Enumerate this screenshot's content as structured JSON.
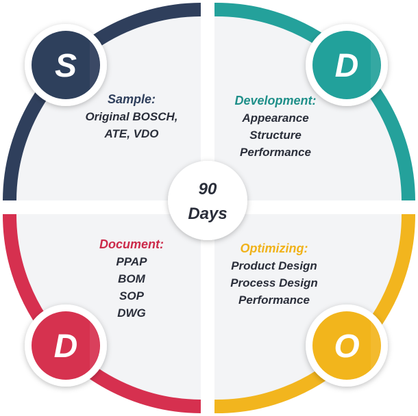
{
  "center": {
    "line1": "90",
    "line2": "Days"
  },
  "quadrants": [
    {
      "key": "sample",
      "letter": "S",
      "title": "Sample:",
      "lines": [
        "Original BOSCH,",
        "ATE, VDO"
      ],
      "color": "#2f3f5c",
      "title_color": "#2f3f5c"
    },
    {
      "key": "development",
      "letter": "D",
      "title": "Development:",
      "lines": [
        "Appearance",
        "Structure",
        "Performance"
      ],
      "color": "#24a19b",
      "title_color": "#1f8f89"
    },
    {
      "key": "document",
      "letter": "D",
      "title": "Document:",
      "lines": [
        "PPAP",
        "BOM",
        "SOP",
        "DWG"
      ],
      "color": "#d6304f",
      "title_color": "#cc2a4a"
    },
    {
      "key": "optimizing",
      "letter": "O",
      "title": "Optimizing:",
      "lines": [
        "Product Design",
        "Process Design",
        "Performance"
      ],
      "color": "#f2b51e",
      "title_color": "#f0b21a"
    }
  ]
}
